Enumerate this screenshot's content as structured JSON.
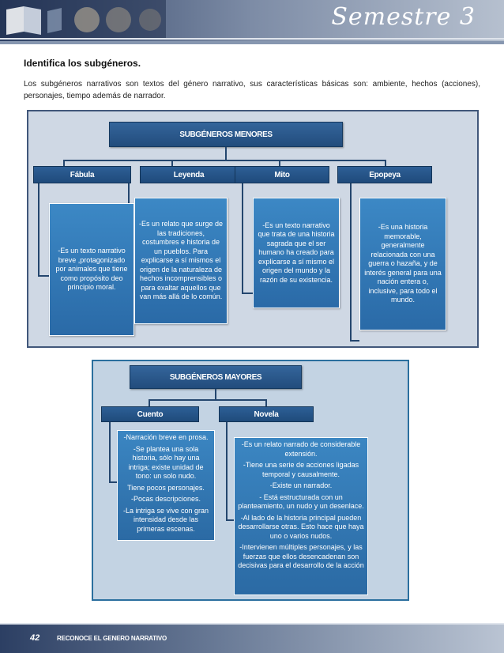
{
  "header": {
    "semester": "Semestre 3"
  },
  "heading": "Identifica los subgéneros.",
  "intro": "Los subgéneros narrativos son textos del género narrativo, sus características básicas son: ambiente, hechos (acciones), personajes, tiempo además de narrador.",
  "minor": {
    "title": "SUBGÉNEROS MENORES",
    "items": [
      {
        "label": "Fábula",
        "text": "-Es un texto narrativo breve ,protagonizado por animales que tiene como propósito deo principio moral."
      },
      {
        "label": "Leyenda",
        "text": "-Es un relato que surge de las tradiciones, costumbres e historia de un pueblos. Para explicarse a sí mismos el origen de la naturaleza de hechos incomprensibles o para exaltar aquellos que van más allá de lo común."
      },
      {
        "label": "Mito",
        "text": "-Es un texto narrativo que trata de una historia sagrada que el ser humano ha creado para explicarse a sí mismo el origen del mundo y la razón de su existencia."
      },
      {
        "label": "Epopeya",
        "text": "-Es una historia memorable, generalmente relacionada con una guerra o hazaña, y de interés general para una nación entera o, inclusive, para todo el mundo."
      }
    ]
  },
  "major": {
    "title": "SUBGÉNEROS MAYORES",
    "cuento": {
      "label": "Cuento",
      "lines": [
        "-Narración breve en prosa.",
        "-Se plantea una sola historia, sólo hay una intriga; existe unidad de tono: un solo nudo.",
        "Tiene pocos personajes.",
        "-Pocas descripciones.",
        "-La intriga se vive con gran intensidad desde las primeras escenas."
      ]
    },
    "novela": {
      "label": "Novela",
      "lines": [
        "-Es un relato narrado de considerable extensión.",
        "-Tiene una serie de acciones ligadas temporal y causalmente.",
        "-Existe un narrador.",
        "- Está estructurada con un planteamiento, un nudo y un desenlace.",
        "-Al lado de la historia principal pueden desarrollarse otras. Esto hace que haya uno o varios nudos.",
        "-Intervienen múltiples personajes, y las fuerzas que ellos desencadenan son decisivas para el desarrollo de la acción"
      ]
    }
  },
  "footer": {
    "page": "42",
    "title": "RECONOCE EL GENERO NARRATIVO"
  }
}
